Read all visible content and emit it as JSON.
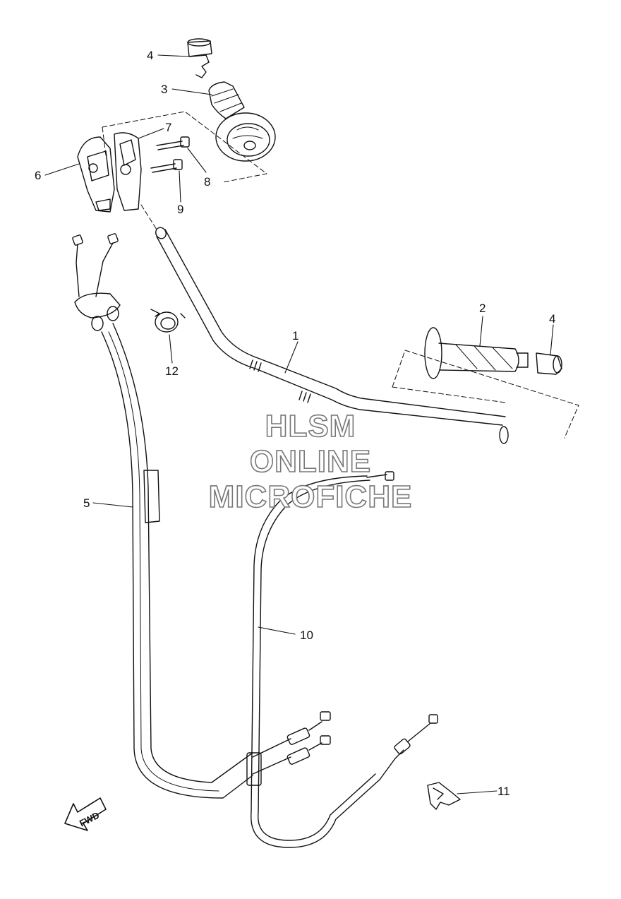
{
  "callouts": {
    "c1": "1",
    "c2": "2",
    "c3": "3",
    "c4a": "4",
    "c4b": "4",
    "c5": "5",
    "c6": "6",
    "c7": "7",
    "c8": "8",
    "c9": "9",
    "c10": "10",
    "c11": "11",
    "c12": "12"
  },
  "watermark": {
    "line1": "HLSM",
    "line2": "ONLINE",
    "line3": "MICROFICHE"
  },
  "fwd_arrow": {
    "label": "FWD"
  },
  "colors": {
    "ink": "#111111",
    "watermark_outline": "#777777",
    "background": "#ffffff"
  }
}
